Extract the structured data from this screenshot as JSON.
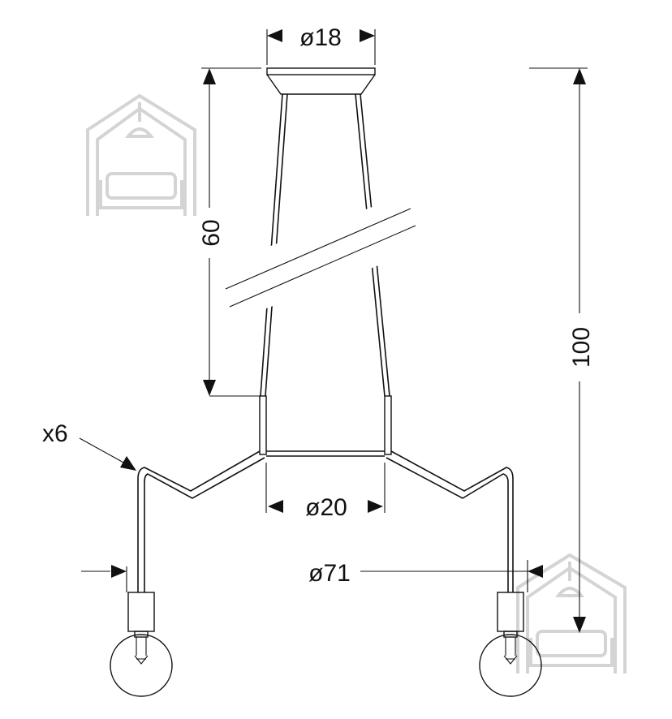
{
  "dimensions": {
    "canopy_diameter": "ø18",
    "rod_length": "60",
    "total_height": "100",
    "center_diameter": "ø20",
    "span_diameter": "ø71",
    "arm_count": "x6"
  },
  "colors": {
    "line": "#111111",
    "watermark": "#d4d4d4"
  },
  "icons": [
    "house-sofa-watermark-icon"
  ]
}
